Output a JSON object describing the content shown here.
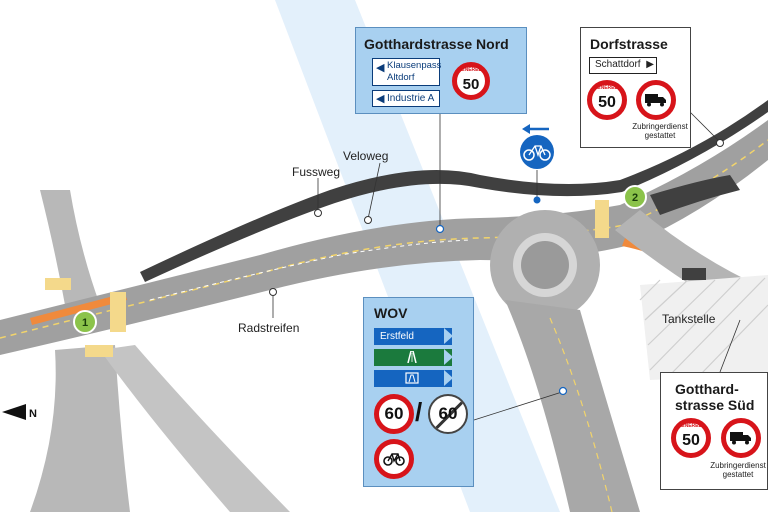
{
  "colors": {
    "panel_blue": "#a8d0f0",
    "road": "#9a9a9a",
    "path_dark": "#404040",
    "sign_red": "#d7141a",
    "sign_blue": "#1565c0",
    "green_marker": "#8bc34a",
    "orange_lane": "#f08a3c"
  },
  "map_labels": {
    "fussweg": "Fussweg",
    "veloweg": "Veloweg",
    "radstreifen": "Radstreifen",
    "tankstelle": "Tankstelle",
    "north": "N",
    "marker_1": "1",
    "marker_2": "2"
  },
  "panels": {
    "nord": {
      "title": "Gotthardstrasse Nord",
      "dir_1_line1": "Klausenpass",
      "dir_1_line2": "Altdorf",
      "dir_2": "Industrie A",
      "speed_top": "GENERELL",
      "speed": "50"
    },
    "dorf": {
      "title": "Dorfstrasse",
      "dir": "Schattdorf",
      "speed_top": "GENERELL",
      "speed": "50",
      "note_line1": "Zubringerdienst",
      "note_line2": "gestattet"
    },
    "wov": {
      "title": "WOV",
      "dir_1": "Erstfeld",
      "speed_a": "60",
      "slash": "/",
      "speed_b": "60"
    },
    "sued": {
      "title_line1": "Gotthard-",
      "title_line2": "strasse Süd",
      "speed_top": "GENERELL",
      "speed": "50",
      "note_line1": "Zubringerdienst",
      "note_line2": "gestattet"
    }
  }
}
